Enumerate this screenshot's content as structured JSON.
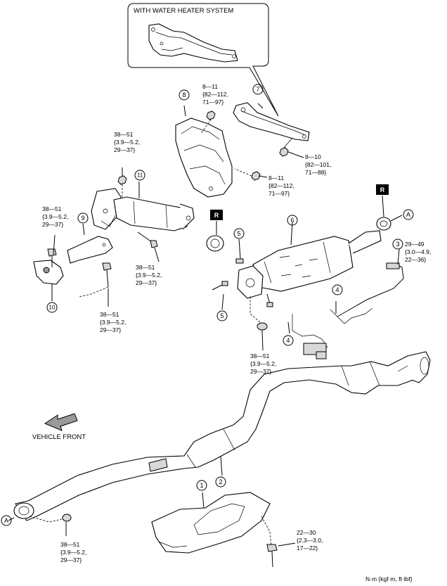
{
  "inset": {
    "title": "WITH WATER HEATER SYSTEM"
  },
  "callouts": [
    {
      "num": "1"
    },
    {
      "num": "2"
    },
    {
      "num": "3"
    },
    {
      "num": "4"
    },
    {
      "num": "4"
    },
    {
      "num": "5"
    },
    {
      "num": "5"
    },
    {
      "num": "6"
    },
    {
      "num": "7"
    },
    {
      "num": "8"
    },
    {
      "num": "9"
    },
    {
      "num": "10"
    },
    {
      "num": "11"
    }
  ],
  "torques": {
    "t_8_11_top": [
      "8—11",
      "{82—112,",
      "71—97}"
    ],
    "t_38_51_a": [
      "38—51",
      "{3.9—5.2,",
      "29—37}"
    ],
    "t_8_10": [
      "8—10",
      "{82—101,",
      "71—88}"
    ],
    "t_8_11_mid": [
      "8—11",
      "{82—112,",
      "71—97}"
    ],
    "t_38_51_left": [
      "38—51",
      "{3.9—5.2,",
      "29—37}"
    ],
    "t_38_51_c": [
      "38—51",
      "{3.9—5.2,",
      "29—37}"
    ],
    "t_38_51_d": [
      "38—51",
      "{3.9—5.2,",
      "29—37}"
    ],
    "t_29_49": [
      "29—49",
      "{3.0—4.9,",
      "22—36}"
    ],
    "t_38_51_e": [
      "38—51",
      "{3.9—5.2,",
      "29—37}"
    ],
    "t_38_51_bottom": [
      "38—51",
      "{3.9—5.2,",
      "29—37}"
    ],
    "t_22_30": [
      "22—30",
      "{2.3—3.0,",
      "17—22}"
    ]
  },
  "marks": {
    "r1": "R",
    "r2": "R",
    "a1": "A",
    "a2": "A"
  },
  "labels": {
    "vehicle_front": "VEHICLE FRONT",
    "units": "N·m {kgf·m, ft·lbf}"
  }
}
